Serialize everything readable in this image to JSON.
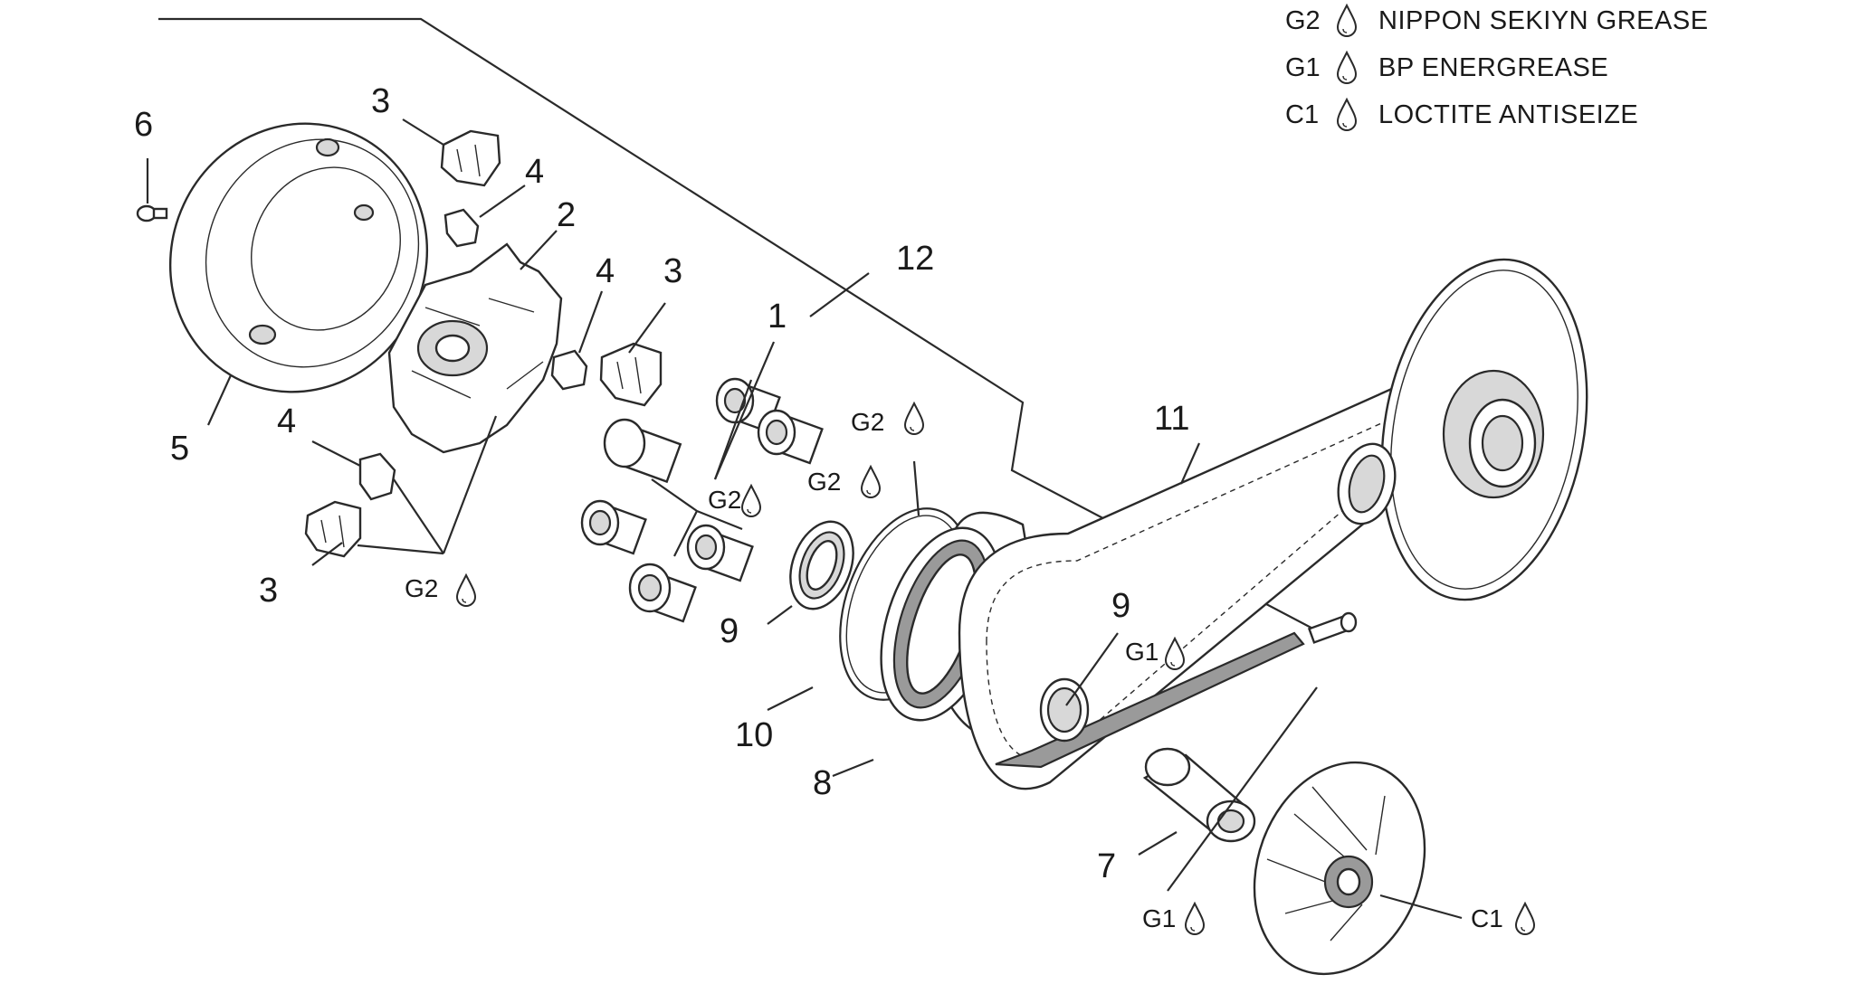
{
  "legend": [
    {
      "code": "G2",
      "text": "NIPPON SEKIYN GREASE"
    },
    {
      "code": "G1",
      "text": "BP ENERGREASE"
    },
    {
      "code": "C1",
      "text": "LOCTITE ANTISEIZE"
    }
  ],
  "callouts": {
    "c1": "1",
    "c2": "2",
    "c3a": "3",
    "c3b": "3",
    "c3c": "3",
    "c4a": "4",
    "c4b": "4",
    "c4c": "4",
    "c5": "5",
    "c6": "6",
    "c7": "7",
    "c8": "8",
    "c9a": "9",
    "c9b": "9",
    "c10": "10",
    "c11": "11",
    "c12": "12"
  },
  "lube_marks": {
    "m_g2_plate": "G2",
    "m_g2_rollers": "G2",
    "m_g2_ring": "G2",
    "m_g2_belt": "G2",
    "m_g1_bearing": "G1",
    "m_g1_sleeve": "G1",
    "m_c1_fan": "C1"
  },
  "icons": {
    "lubricant": "drop-icon"
  }
}
